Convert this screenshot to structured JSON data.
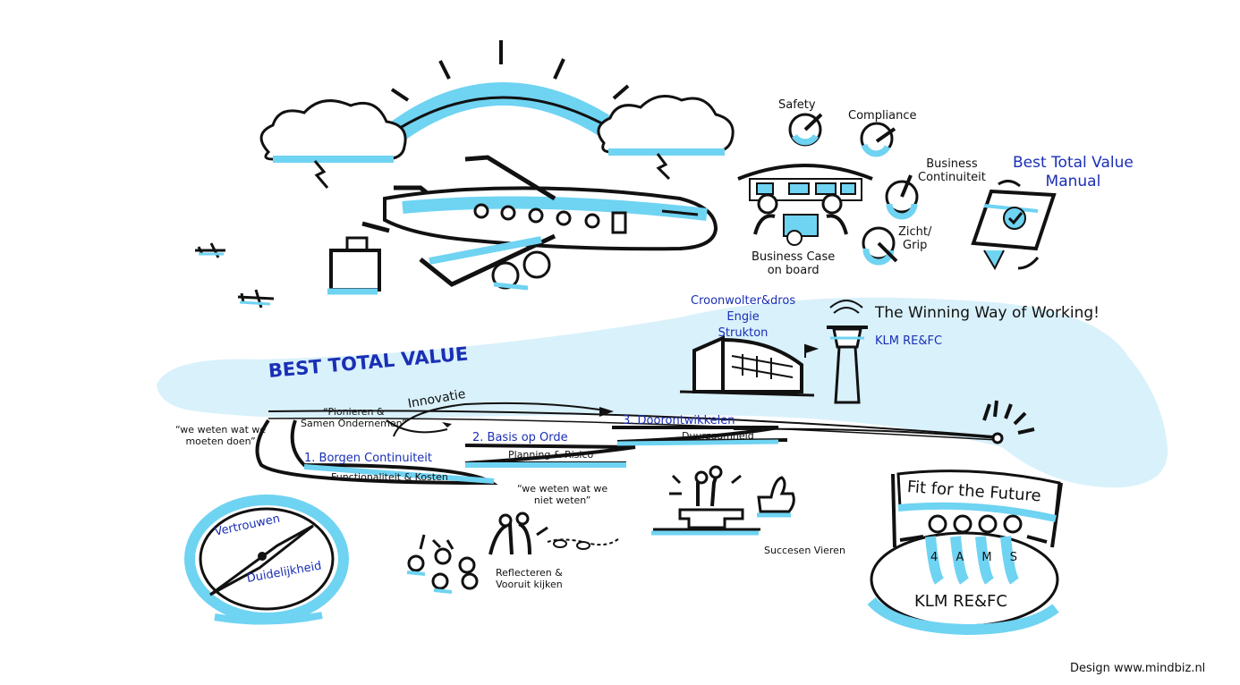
{
  "texts": {
    "safety": "Safety",
    "compliance": "Compliance",
    "business_continuity": "Business\nContinuiteit",
    "zicht_grip": "Zicht/\nGrip",
    "business_case": "Business Case\non board",
    "btv_manual": "Best Total Value\nManual",
    "contractors": "Croonwolter&dros\nEngie\nStrukton",
    "winning_way": "The Winning Way of Working!",
    "klm_ref_tower": "KLM RE&FC",
    "best_total_value": "BEST TOTAL VALUE",
    "pionieren": "“Pionieren &\nSamen Ondernemen”",
    "innovatie": "Innovatie",
    "we_weten_wat": "“we weten wat we\nmoeten doen”",
    "step1": "1. Borgen Continuiteit",
    "functionaliteit": "Functionaliteit & Kosten",
    "step2": "2. Basis op Orde",
    "planning": "Planning & Risico",
    "step3": "3. Doorontwikkelen",
    "duurzaamheid": "Duurzaamheid",
    "we_weten_niet": "“we weten wat we\nniet weten”",
    "vertrouwen": "Vertrouwen",
    "duidelijkheid": "Duidelijkheid",
    "reflecteren": "Reflecteren &\nVooruit kijken",
    "succesen": "Succesen Vieren",
    "fit_future": "Fit for the Future",
    "four_letters": "4 A M S",
    "klm_ref_bottom": "KLM RE&FC",
    "design_credit": "Design www.mindbiz.nl"
  },
  "colors": {
    "accent_blue": "#6fd3f2",
    "light_blue_fill": "#d9f1fb",
    "ink": "#111111",
    "text_blue": "#1a2fb5"
  },
  "icons": [
    "sun-icon",
    "cloud-icon",
    "airplane-icon",
    "luggage-icon",
    "small-plane-icon",
    "cockpit-icon",
    "gauge-icon",
    "manual-icon",
    "building-icon",
    "control-tower-icon",
    "compass-icon",
    "network-icon",
    "podium-icon",
    "thumbs-up-icon",
    "banner-icon"
  ]
}
